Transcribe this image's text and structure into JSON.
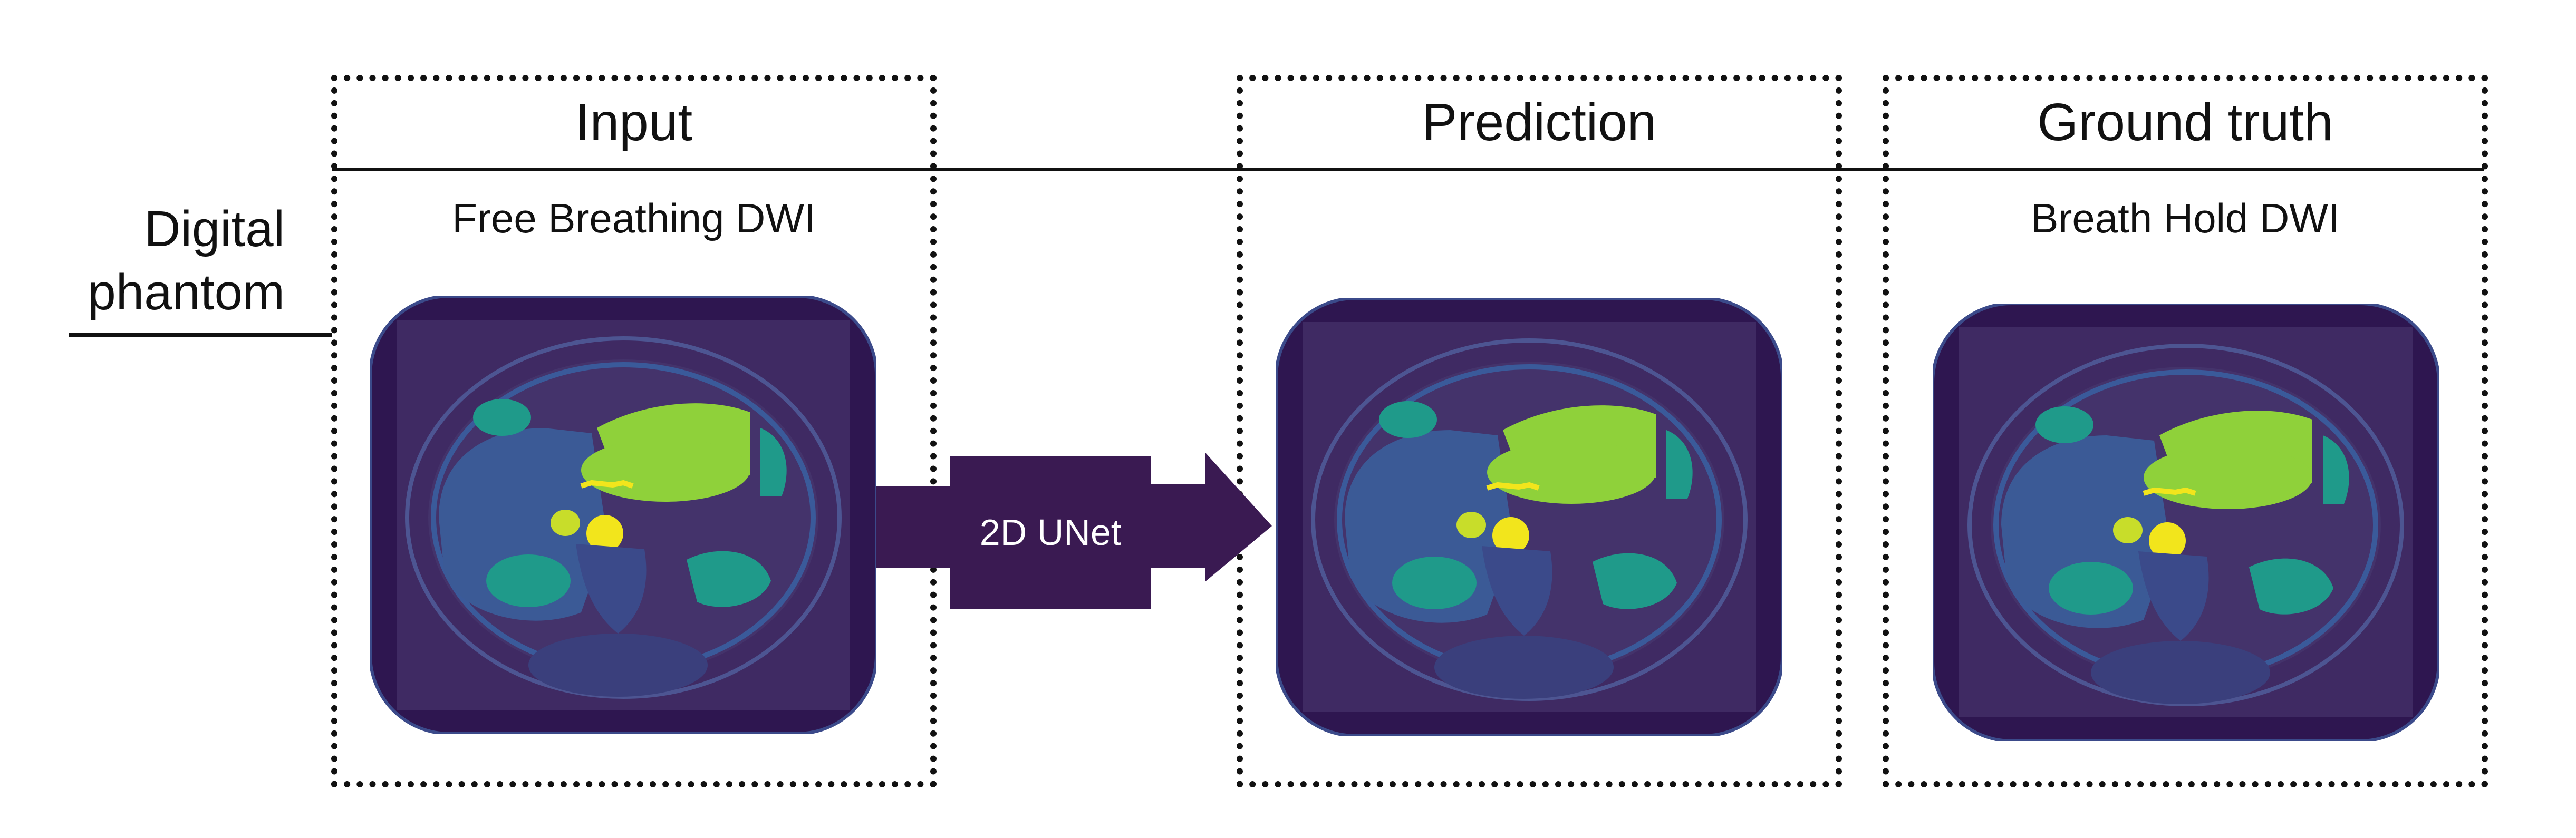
{
  "row_label": {
    "line1": "Digital",
    "line2": "phantom"
  },
  "panels": {
    "input": {
      "title": "Input",
      "subtitle": "Free Breathing DWI"
    },
    "prediction": {
      "title": "Prediction",
      "subtitle": ""
    },
    "ground_truth": {
      "title": "Ground truth",
      "subtitle": "Breath Hold DWI"
    }
  },
  "arrow": {
    "label": "2D UNet"
  },
  "colors": {
    "frame": "#2e1650",
    "arrow": "#3a1a52",
    "background_tissue": "#44336b",
    "organ_green": "#1f9a8a",
    "organ_lime": "#8fd13a",
    "vessel_yellow": "#f2e51c"
  }
}
